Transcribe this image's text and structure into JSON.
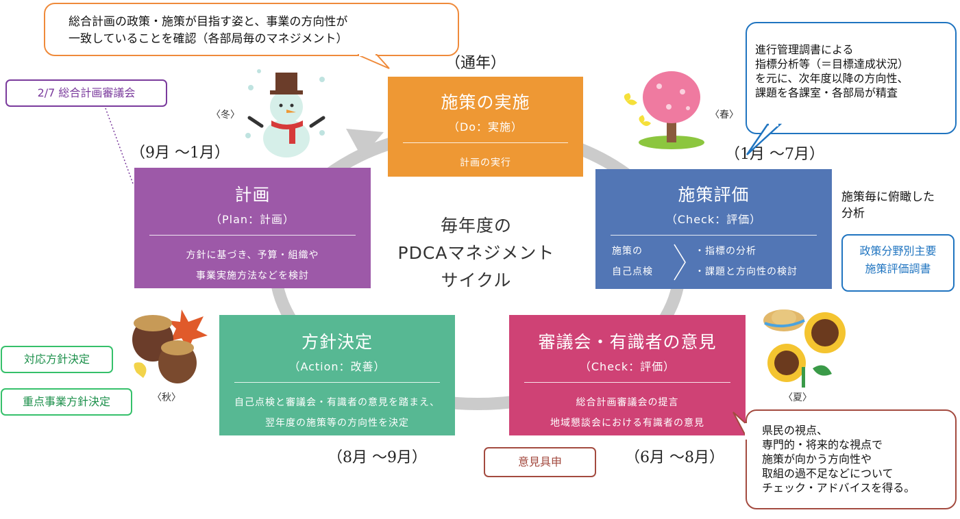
{
  "center": {
    "line1": "毎年度の",
    "line2": "PDCAマネジメント",
    "line3": "サイクル"
  },
  "do_box": {
    "title": "施策の実施",
    "subtitle": "（Do：実施）",
    "desc": "計画の実行"
  },
  "plan_box": {
    "title": "計画",
    "subtitle": "（Plan：計画）",
    "desc1": "方針に基づき、予算・組織や",
    "desc2": "事業実施方法などを検討"
  },
  "check_box": {
    "title": "施策評価",
    "subtitle": "（Check：評価）",
    "left1": "施策の",
    "left2": "自己点検",
    "right1": "・指標の分析",
    "right2": "・課題と方向性の検討"
  },
  "council_box": {
    "title": "審議会・有識者の意見",
    "subtitle": "（Check：評価）",
    "desc1": "総合計画審議会の提言",
    "desc2": "地域懇談会における有識者の意見"
  },
  "action_box": {
    "title": "方針決定",
    "subtitle": "（Action：改善）",
    "desc1": "自己点検と審議会・有識者の意見を踏まえ、",
    "desc2": "翌年度の施策等の方向性を決定"
  },
  "periods": {
    "year_round": "（通年）",
    "plan": "（9月 ～1月）",
    "check": "（1月 ～7月）",
    "action": "（8月 ～9月）",
    "council": "（6月 ～8月）"
  },
  "seasons": {
    "winter": "〈冬〉",
    "spring": "〈春〉",
    "summer": "〈夏〉",
    "autumn": "〈秋〉"
  },
  "callouts": {
    "top": [
      "総合計画の政策・施策が目指す姿と、事業の方向性が",
      "一致していることを確認（各部局毎のマネジメント）"
    ],
    "top_right": [
      "進行管理調書による",
      "指標分析等（＝目標達成状況）",
      "を元に、次年度以降の方向性、",
      "課題を各課室・各部局が精査"
    ],
    "bottom_right": [
      "県民の視点、",
      "専門的・将来的な視点で",
      "施策が向かう方向性や",
      "取組の過不足などについて",
      "チェック・アドバイスを得る。"
    ]
  },
  "tags": {
    "council_meeting": "2/7 総合計画審議会",
    "policy_eval_1": "政策分野別主要",
    "policy_eval_2": "施策評価調書",
    "response_policy": "対応方針決定",
    "priority_policy": "重点事業方針決定",
    "opinion": "意見具申"
  },
  "side_note": {
    "line1": "施策毎に俯瞰した",
    "line2": "分析"
  },
  "colors": {
    "do": "#ee9834",
    "plan": "#9d59a8",
    "check": "#5276b5",
    "council": "#cf4275",
    "action": "#57b893",
    "orange_border": "#ef8a3a",
    "blue_border": "#1f74c0",
    "purple_border": "#7a3a9c",
    "green_border": "#35c06a",
    "brown_border": "#a34a3f",
    "ring": "#c8c8c8"
  }
}
